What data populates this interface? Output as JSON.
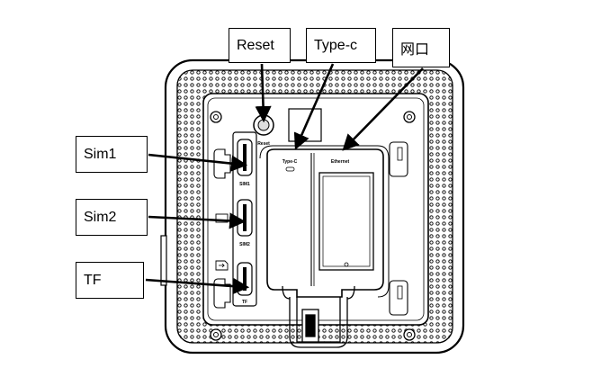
{
  "diagram": {
    "callouts": {
      "reset": "Reset",
      "typec": "Type-c",
      "ethernet": "网口",
      "sim1": "Sim1",
      "sim2": "Sim2",
      "tf": "TF"
    },
    "device_labels": {
      "reset": "Reset",
      "typec": "Type-C",
      "ethernet": "Ethernet",
      "sim1": "SIM1",
      "sim2": "SIM2",
      "tf": "TF"
    }
  }
}
